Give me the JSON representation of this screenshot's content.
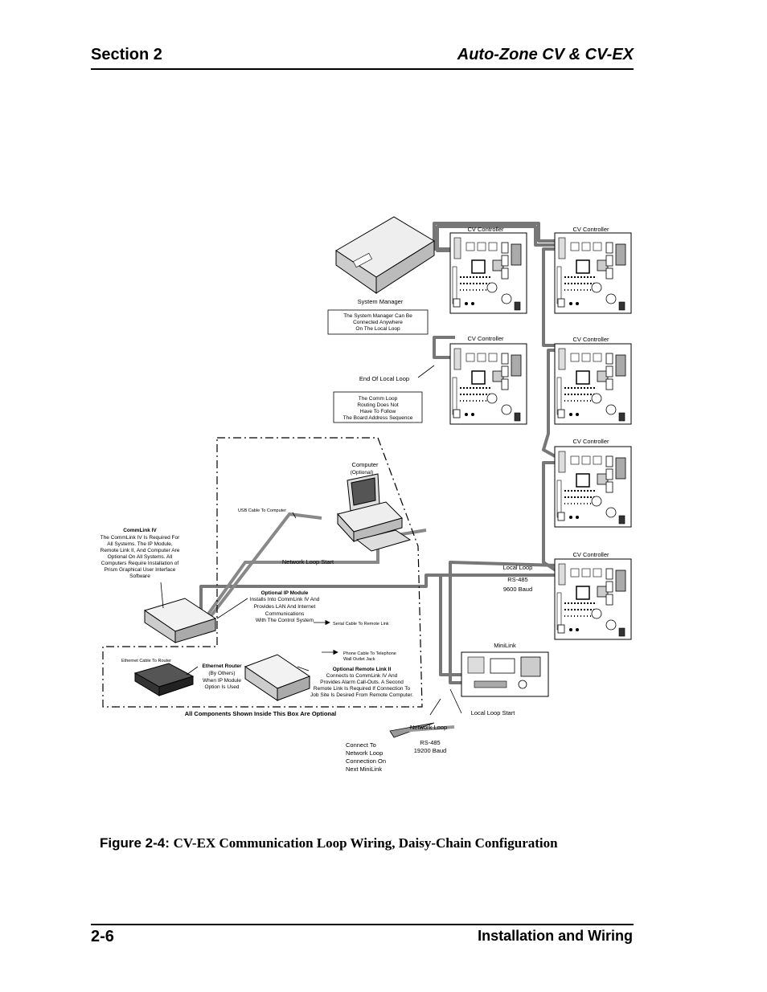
{
  "header": {
    "section": "Section 2",
    "product": "Auto-Zone CV & CV-EX"
  },
  "footer": {
    "page": "2-6",
    "chapter": "Installation and Wiring"
  },
  "figure": {
    "label": "Figure 2-4:",
    "title": "CV-EX Communication Loop Wiring, Daisy-Chain Configuration"
  },
  "diagram": {
    "controller_label": "CV Controller",
    "system_manager": "System Manager",
    "system_manager_note": [
      "The System Manager Can Be",
      "Connected  Anywhere",
      "On The Local Loop"
    ],
    "end_local_loop": "End Of Local Loop",
    "routing_note": [
      "The Comm Loop",
      "Routing Does Not",
      "Have To Follow",
      "The Board Address Sequence"
    ],
    "computer": "Computer",
    "computer_optional": "(Optional)",
    "usb_cable": "USB Cable To Computer",
    "commlink_title": "CommLink IV",
    "commlink_note": [
      "The CommLink IV Is Required For",
      "All Systems. The IP Module,",
      "Remote Link II, And Computer Are",
      "Optional On All Systems. All",
      "Computers Require Installation of",
      "Prism Graphical User Interface",
      "Software"
    ],
    "network_loop_start": "Network Loop Start",
    "ip_module_title": "Optional IP Module",
    "ip_module_note": [
      "Installs Into CommLink IV And",
      "Provides LAN And Internet",
      "Communications",
      "With The Control System"
    ],
    "serial_cable": "Serial Cable To Remote Link",
    "phone_cable": [
      "Phone Cable To Telephone",
      "Wall Outlet Jack"
    ],
    "ethernet_cable": "Ethernet Cable To Router",
    "router_title": "Ethernet Router",
    "router_note": [
      "(By Others)",
      "When IP Module",
      "Option Is Used"
    ],
    "remote_link_title": "Optional Remote Link II",
    "remote_link_note": [
      "Connects to CommLink IV And",
      "Provides Alarm Call-Outs. A Second",
      "Remote Link Is Required If Connection To",
      "Job Site Is Desired From Remote Computer."
    ],
    "optional_box_note": "All Components Shown Inside This Box Are Optional",
    "local_loop": "Local Loop",
    "local_loop_spec": [
      "RS-485",
      "9600 Baud"
    ],
    "minilink": "MiniLink",
    "local_loop_start": "Local Loop Start",
    "network_loop": "Network Loop",
    "network_loop_spec": [
      "RS-485",
      "19200 Baud"
    ],
    "connect_note": [
      "Connect To",
      "Network Loop",
      "Connection On",
      "Next MiniLink"
    ]
  }
}
